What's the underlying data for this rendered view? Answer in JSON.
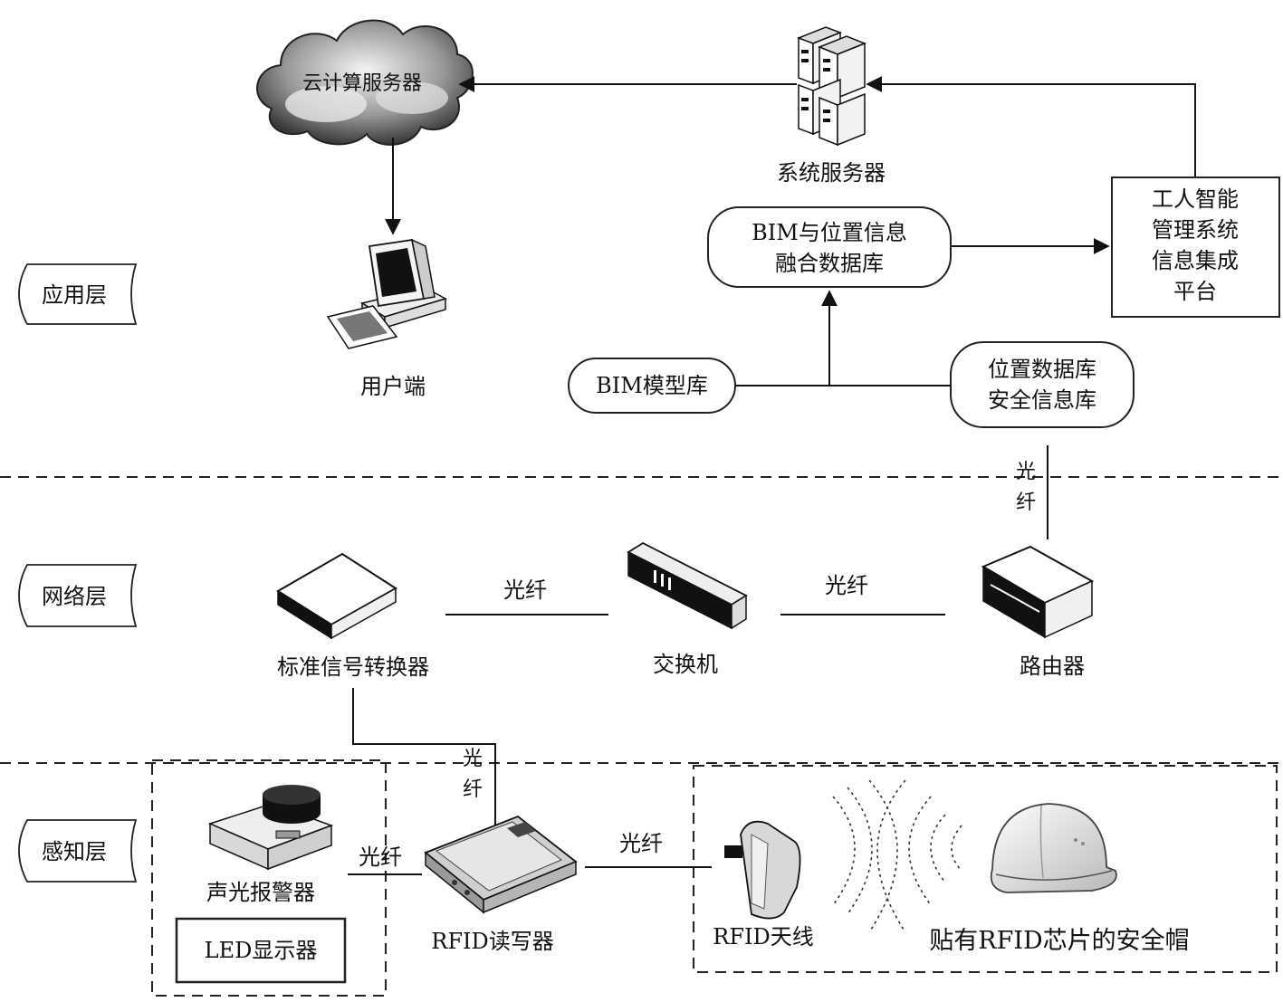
{
  "layers": {
    "application": "应用层",
    "network": "网络层",
    "perception": "感知层"
  },
  "nodes": {
    "cloud": "云计算服务器",
    "system_server": "系统服务器",
    "user_terminal": "用户端",
    "bim_fusion_db": [
      "BIM与位置信息",
      "融合数据库"
    ],
    "integration_platform": [
      "工人智能",
      "管理系统",
      "信息集成",
      "平台"
    ],
    "bim_model_db": "BIM模型库",
    "location_safety_db": [
      "位置数据库",
      "安全信息库"
    ],
    "signal_converter": "标准信号转换器",
    "switch": "交换机",
    "router": "路由器",
    "alarm": "声光报警器",
    "led_display": "LED显示器",
    "rfid_reader": "RFID读写器",
    "rfid_antenna": "RFID天线",
    "helmet": "贴有RFID芯片的安全帽"
  },
  "links": {
    "fiber": "光纤",
    "fiber_vertical": [
      "光",
      "纤"
    ]
  },
  "icons": {
    "cloud": "cloud-icon",
    "server": "server-rack-icon",
    "computer": "desktop-computer-icon",
    "converter": "signal-converter-icon",
    "switch": "network-switch-icon",
    "router": "router-icon",
    "alarm": "alarm-siren-icon",
    "reader": "rfid-reader-icon",
    "antenna": "rfid-antenna-icon",
    "waves": "radio-waves-icon",
    "helmet": "safety-helmet-icon"
  }
}
